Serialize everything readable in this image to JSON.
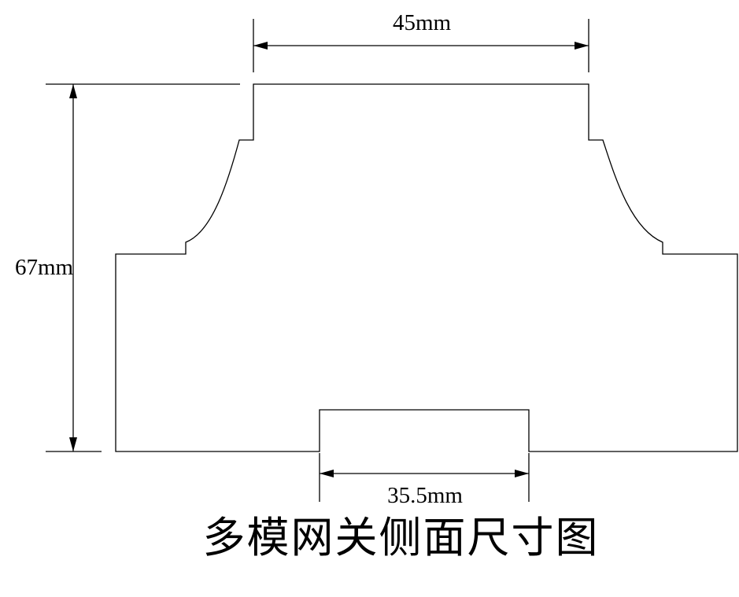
{
  "diagram": {
    "width_label": "45mm",
    "height_label": "67mm",
    "bottom_label": "35.5mm",
    "caption": "多模网关侧面尺寸图"
  }
}
